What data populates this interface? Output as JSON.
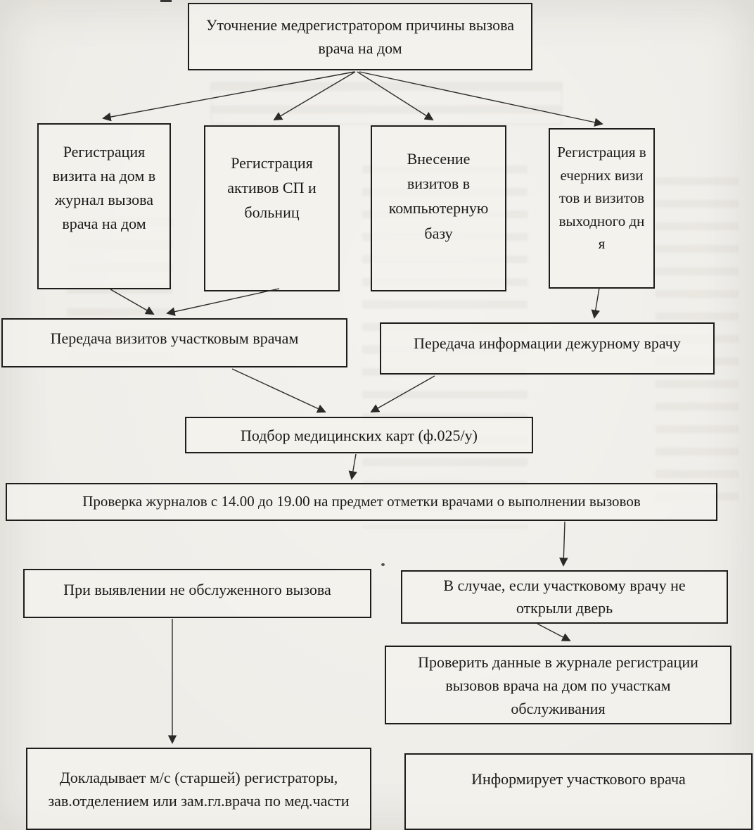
{
  "page": {
    "kind": "scanned flowchart, Russian",
    "paper_color": "#efede8",
    "ink_color": "#1b1b19",
    "box_border_color": "#1e1d1b"
  },
  "flowchart": {
    "type": "flowchart",
    "nodes": {
      "root": {
        "label": "Уточнение медрегистратором причины вызова  врача на дом"
      },
      "reg_journal": {
        "label": "Регистрация визита на дом в журнал вызова врача на дом"
      },
      "reg_sp": {
        "label": "Регистрация активов СП и больниц"
      },
      "enter_db": {
        "label": "Внесение визитов в компьютерную базу"
      },
      "reg_evening": {
        "label": "Регистрация вечерних визитов и визитов выходного дня"
      },
      "transfer_district": {
        "label": "Передача визитов участковым врачам"
      },
      "transfer_duty": {
        "label": "Передача информации дежурному врачу"
      },
      "select_cards": {
        "label": "Подбор медицинских карт (ф.025/у)"
      },
      "check_journals": {
        "label": "Проверка журналов с 14.00 до 19.00 на предмет отметки врачами о выполнении вызовов"
      },
      "unserved_call": {
        "label": "При выявлении не обслуженного вызова"
      },
      "door_not_opened": {
        "label": "В случае, если участковому врачу не открыли дверь"
      },
      "verify_journal": {
        "label": "Проверить данные в журнале регистрации вызовов врача на дом по участкам обслуживания"
      },
      "report": {
        "label": "Докладывает м/с (старшей) регистраторы, зав.отделением или зам.гл.врача по мед.части"
      },
      "inform": {
        "label": "Информирует участкового врача"
      }
    },
    "edges": [
      {
        "from": "root",
        "to": "reg_journal"
      },
      {
        "from": "root",
        "to": "reg_sp"
      },
      {
        "from": "root",
        "to": "enter_db"
      },
      {
        "from": "root",
        "to": "reg_evening"
      },
      {
        "from": "reg_journal",
        "to": "transfer_district"
      },
      {
        "from": "reg_sp",
        "to": "transfer_district"
      },
      {
        "from": "reg_evening",
        "to": "transfer_duty"
      },
      {
        "from": "transfer_district",
        "to": "select_cards"
      },
      {
        "from": "transfer_duty",
        "to": "select_cards"
      },
      {
        "from": "select_cards",
        "to": "check_journals"
      },
      {
        "from": "check_journals",
        "to": "door_not_opened"
      },
      {
        "from": "door_not_opened",
        "to": "verify_journal"
      },
      {
        "from": "unserved_call",
        "to": "report"
      }
    ]
  }
}
